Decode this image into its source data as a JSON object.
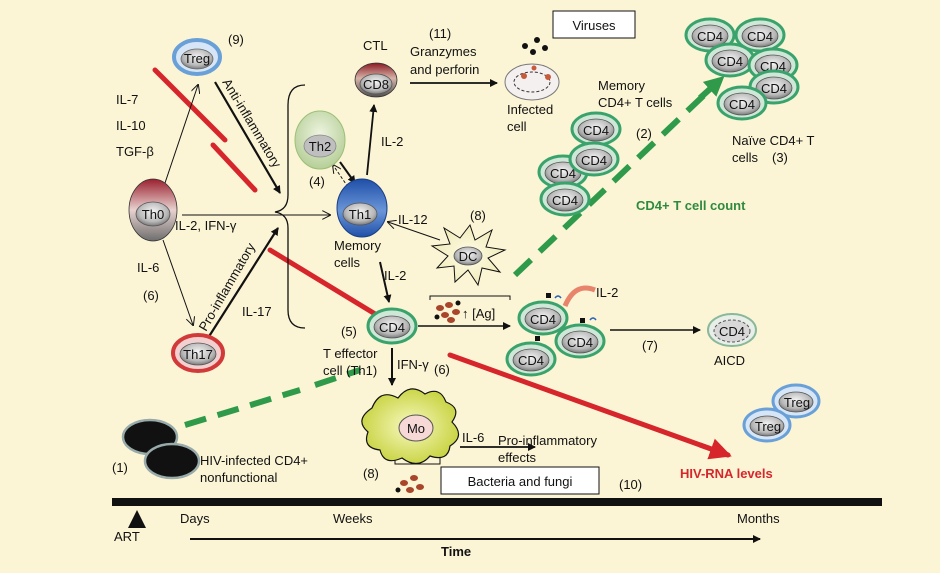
{
  "cells": {
    "treg_top": "Treg",
    "th0": "Th0",
    "th17": "Th17",
    "th2": "Th2",
    "th1": "Th1",
    "cd8": "CD8",
    "cd4_effector": "CD4",
    "dc": "DC",
    "mo": "Mo",
    "aicd_cd4": "CD4",
    "treg_a": "Treg",
    "treg_b": "Treg",
    "cd4": "CD4"
  },
  "labels": {
    "n9": "(9)",
    "n11": "(11)",
    "ctl": "CTL",
    "granzymes": "Granzymes",
    "and_perforin": "and perforin",
    "viruses": "Viruses",
    "infected": "Infected",
    "cell": "cell",
    "memory_cd4_1": "Memory",
    "memory_cd4_2": "CD4+ T cells",
    "n2": "(2)",
    "naive_1": "Naïve CD4+ T",
    "naive_2": "cells",
    "n3": "(3)",
    "il7": "IL-7",
    "il10": "IL-10",
    "tgfb": "TGF-β",
    "anti_inflammatory": "Anti-inflammatory",
    "pro_inflammatory": "Pro-inflammatory",
    "il2_ifng": "IL-2, IFN-γ",
    "il6_left": "IL-6",
    "n6_left": "(6)",
    "il17": "IL-17",
    "n4": "(4)",
    "il2_cd8": "IL-2",
    "il12": "IL-12",
    "n8_dc": "(8)",
    "memory_cells_1": "Memory",
    "memory_cells_2": "cells",
    "il2_th1": "IL-2",
    "cd4_count": "CD4+ T cell count",
    "ag": "↑ [Ag]",
    "il2_right": "IL-2",
    "n7": "(7)",
    "aicd": "AICD",
    "n5": "(5)",
    "t_effector_1": "T effector",
    "t_effector_2": "cell (Th1)",
    "ifng": "IFN-γ",
    "n6_mid": "(6)",
    "il6_mid": "IL-6",
    "pro_effects_1": "Pro-inflammatory",
    "pro_effects_2": "effects",
    "n8_mo": "(8)",
    "bacteria": "Bacteria and fungi",
    "n10": "(10)",
    "hiv_rna": "HIV-RNA levels",
    "n1": "(1)",
    "hiv_infected_1": "HIV-infected CD4+",
    "hiv_infected_2": "nonfunctional",
    "art": "ART",
    "days": "Days",
    "weeks": "Weeks",
    "months": "Months",
    "time": "Time"
  },
  "colors": {
    "background": "#fbf5d6",
    "red_line": "#d6262c",
    "green_dash": "#2f9a4a",
    "cd4_ring": "#3aa36c",
    "treg_ring": "#6aa0d8",
    "th17_ring": "#d23a3a",
    "th1_ring": "#2b63b8"
  }
}
